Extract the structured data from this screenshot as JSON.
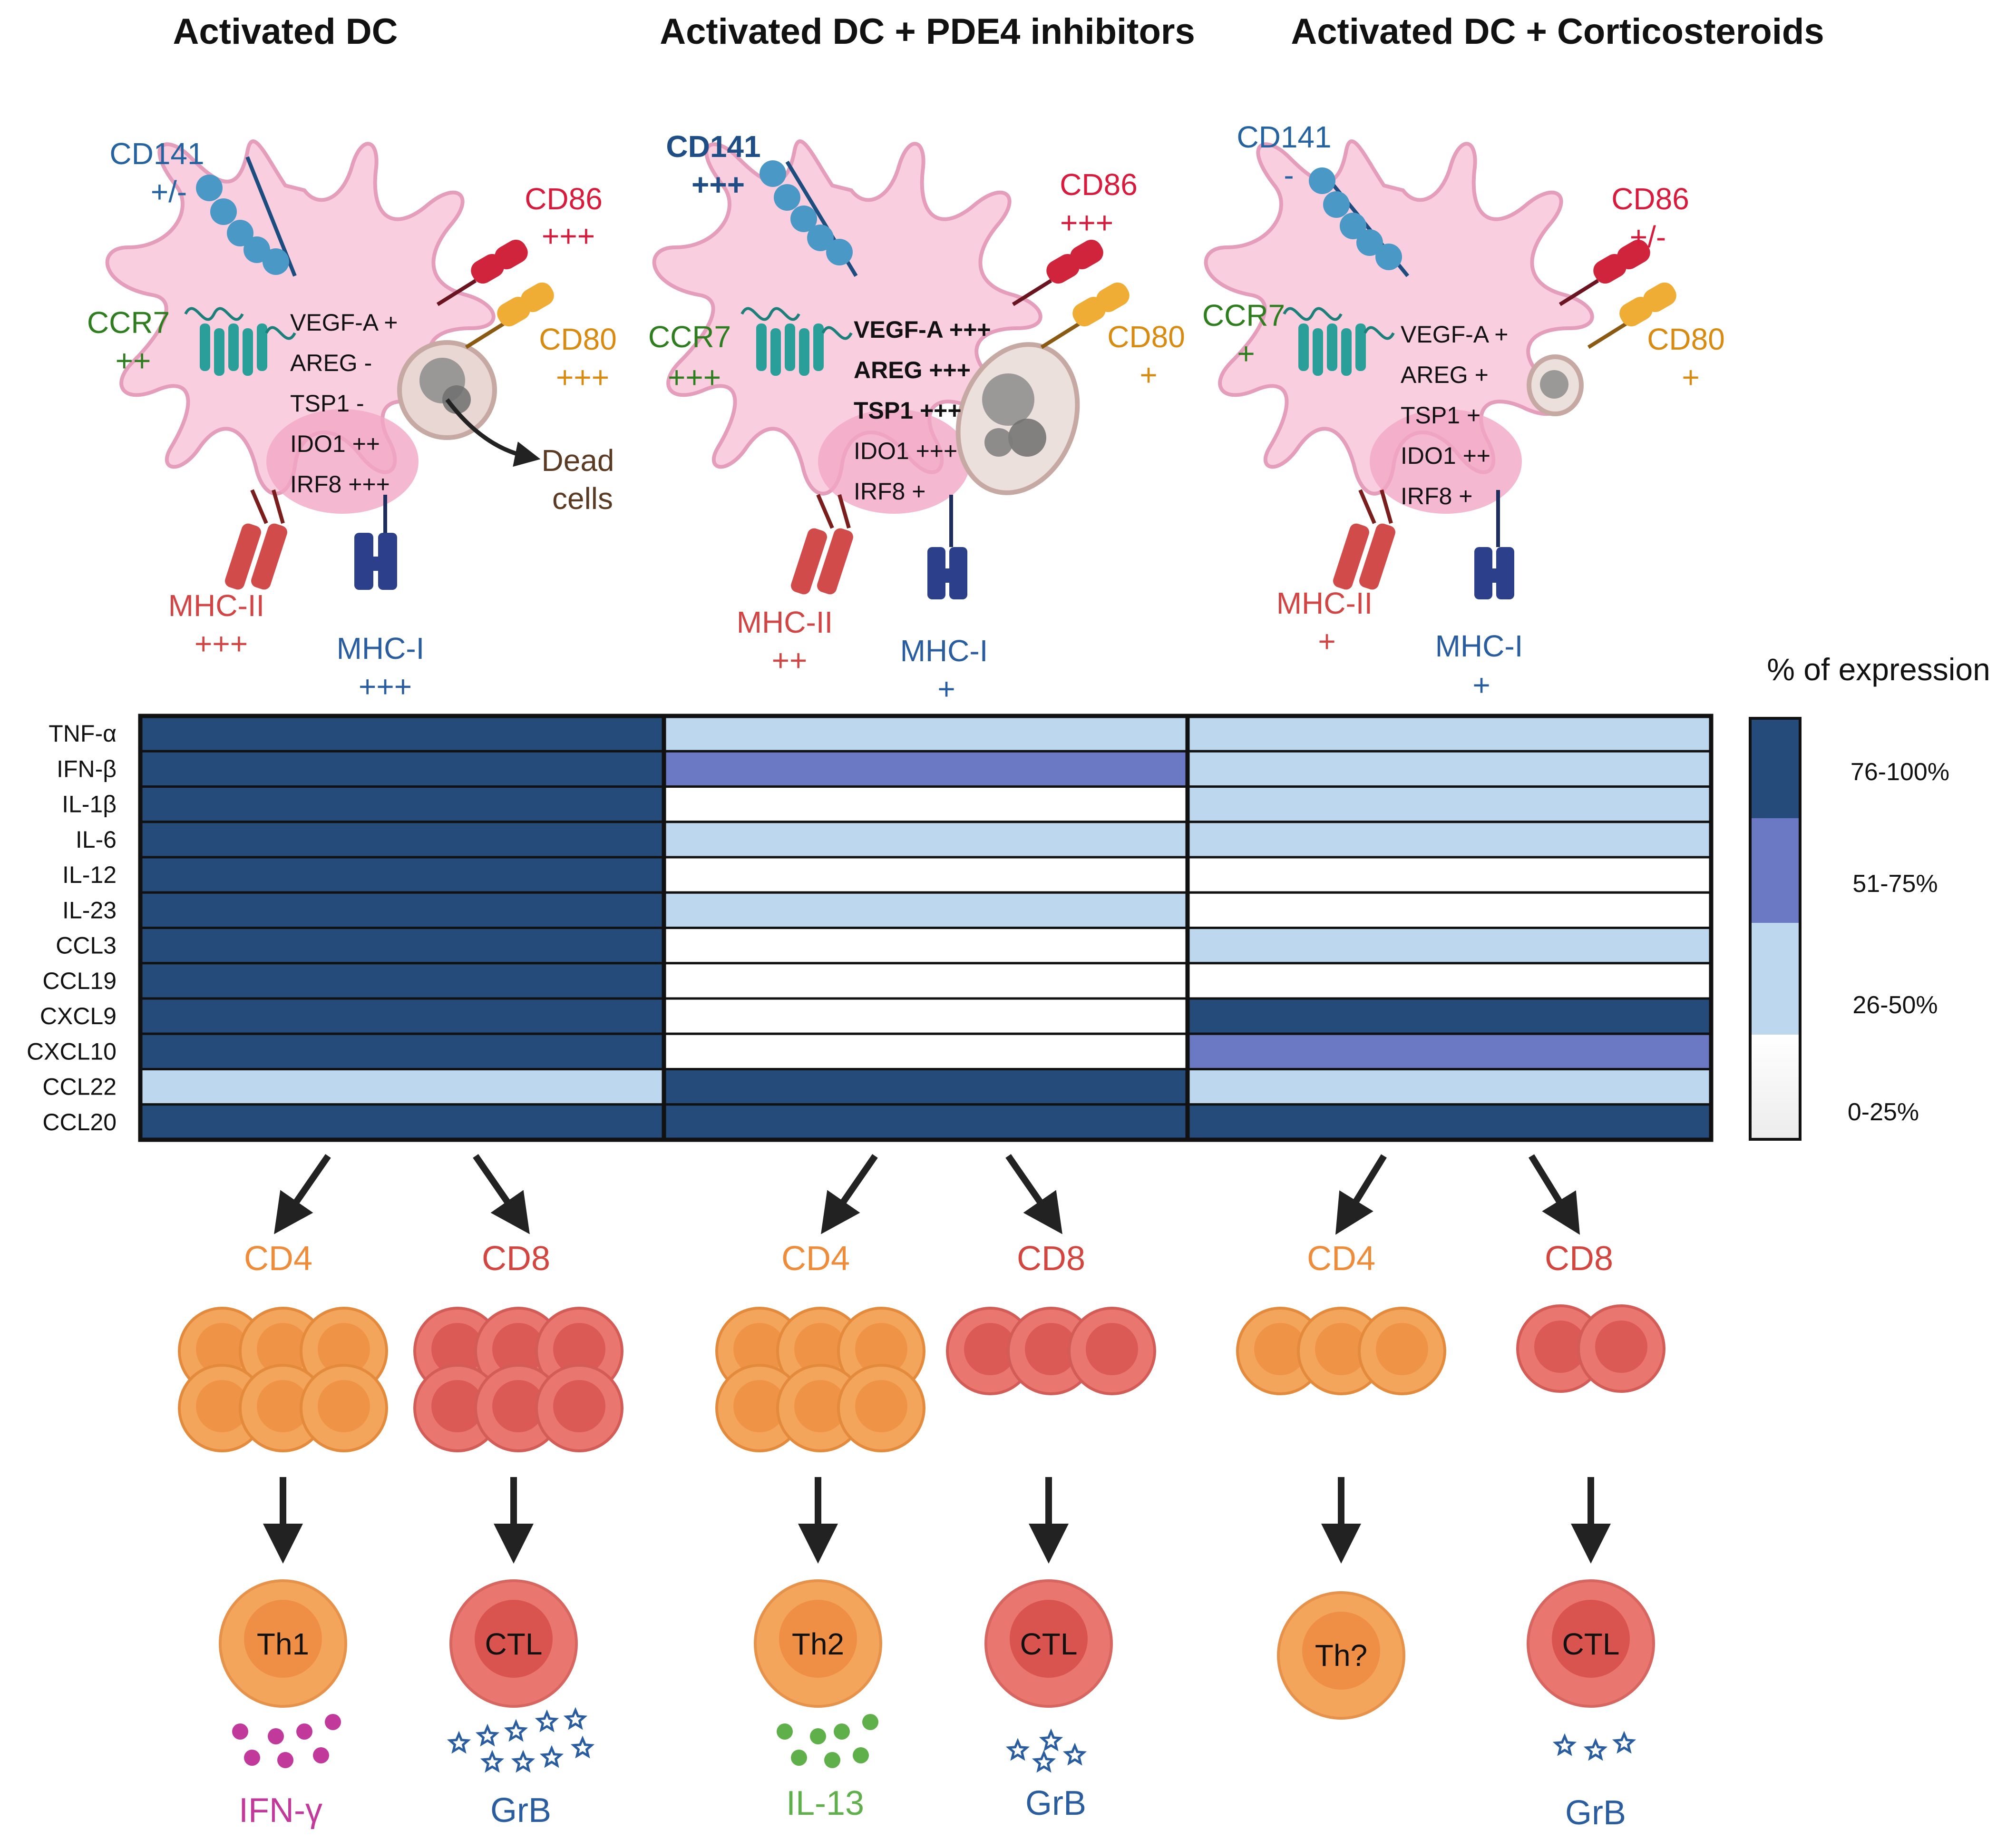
{
  "colors": {
    "dark": "#244b79",
    "mid": "#6b79c4",
    "light": "#bdd8ee",
    "none": "#ffffff",
    "cd141": "#2563a0",
    "cd86": "#d81b3c",
    "cd80": "#d98a10",
    "ccr7": "#2e7d1f",
    "mhc2": "#d24545",
    "mhc1": "#2a5d9f",
    "cd4": "#ee8c3a",
    "cd8": "#d2463f",
    "ifng": "#c13a9b",
    "il13": "#5fb04a",
    "grb": "#2a5d9f"
  },
  "panels": [
    {
      "title": "Activated DC",
      "markers": {
        "cd141": {
          "name": "CD141",
          "level": "+/-"
        },
        "cd86": {
          "name": "CD86",
          "level": "+++"
        },
        "ccr7": {
          "name": "CCR7",
          "level": "++"
        },
        "cd80": {
          "name": "CD80",
          "level": "+++"
        },
        "mhc2": {
          "name": "MHC-II",
          "level": "+++"
        },
        "mhc1": {
          "name": "MHC-I",
          "level": "+++"
        }
      },
      "inner": [
        {
          "text": "VEGF-A +",
          "bold": false
        },
        {
          "text": "AREG -",
          "bold": false
        },
        {
          "text": "TSP1 -",
          "bold": false
        },
        {
          "text": "IDO1 ++",
          "bold": false
        },
        {
          "text": "IRF8 +++",
          "bold": false
        }
      ],
      "dead_cells": [
        "Dead",
        "cells"
      ],
      "cd4": {
        "label": "CD4",
        "effector": "Th1",
        "secreted": "IFN-γ"
      },
      "cd8": {
        "label": "CD8",
        "effector": "CTL",
        "secreted": "GrB"
      }
    },
    {
      "title": "Activated DC + PDE4 inhibitors",
      "markers": {
        "cd141": {
          "name": "CD141",
          "level": "+++"
        },
        "cd86": {
          "name": "CD86",
          "level": "+++"
        },
        "ccr7": {
          "name": "CCR7",
          "level": "+++"
        },
        "cd80": {
          "name": "CD80",
          "level": "+"
        },
        "mhc2": {
          "name": "MHC-II",
          "level": "++"
        },
        "mhc1": {
          "name": "MHC-I",
          "level": "+"
        }
      },
      "inner": [
        {
          "text": "VEGF-A +++",
          "bold": true
        },
        {
          "text": "AREG +++",
          "bold": true
        },
        {
          "text": "TSP1 +++",
          "bold": true
        },
        {
          "text": "IDO1 +++",
          "bold": false
        },
        {
          "text": "IRF8 +",
          "bold": false
        }
      ],
      "cd4": {
        "label": "CD4",
        "effector": "Th2",
        "secreted": "IL-13"
      },
      "cd8": {
        "label": "CD8",
        "effector": "CTL",
        "secreted": "GrB"
      }
    },
    {
      "title": "Activated DC + Corticosteroids",
      "markers": {
        "cd141": {
          "name": "CD141",
          "level": "-"
        },
        "cd86": {
          "name": "CD86",
          "level": "+/-"
        },
        "ccr7": {
          "name": "CCR7",
          "level": "+"
        },
        "cd80": {
          "name": "CD80",
          "level": "+"
        },
        "mhc2": {
          "name": "MHC-II",
          "level": "+"
        },
        "mhc1": {
          "name": "MHC-I",
          "level": "+"
        }
      },
      "inner": [
        {
          "text": "VEGF-A +",
          "bold": false
        },
        {
          "text": "AREG +",
          "bold": false
        },
        {
          "text": "TSP1 +",
          "bold": false
        },
        {
          "text": "IDO1 ++",
          "bold": false
        },
        {
          "text": "IRF8 +",
          "bold": false
        }
      ],
      "cd4": {
        "label": "CD4",
        "effector": "Th?",
        "secreted": ""
      },
      "cd8": {
        "label": "CD8",
        "effector": "CTL",
        "secreted": "GrB"
      }
    }
  ],
  "heatmap": {
    "rows": [
      "TNF-α",
      "IFN-β",
      "IL-1β",
      "IL-6",
      "IL-12",
      "IL-23",
      "CCL3",
      "CCL19",
      "CXCL9",
      "CXCL10",
      "CCL22",
      "CCL20"
    ],
    "columns": [
      "Activated DC",
      "Activated DC + PDE4 inhibitors",
      "Activated DC + Corticosteroids"
    ],
    "levels": [
      [
        "76-100%",
        "26-50%",
        "26-50%"
      ],
      [
        "76-100%",
        "51-75%",
        "26-50%"
      ],
      [
        "76-100%",
        "0-25%",
        "26-50%"
      ],
      [
        "76-100%",
        "26-50%",
        "26-50%"
      ],
      [
        "76-100%",
        "0-25%",
        "0-25%"
      ],
      [
        "76-100%",
        "26-50%",
        "0-25%"
      ],
      [
        "76-100%",
        "0-25%",
        "26-50%"
      ],
      [
        "76-100%",
        "0-25%",
        "0-25%"
      ],
      [
        "76-100%",
        "0-25%",
        "76-100%"
      ],
      [
        "76-100%",
        "0-25%",
        "51-75%"
      ],
      [
        "26-50%",
        "76-100%",
        "26-50%"
      ],
      [
        "76-100%",
        "76-100%",
        "76-100%"
      ]
    ]
  },
  "legend": {
    "title": "% of expression",
    "items": [
      "76-100%",
      "51-75%",
      "26-50%",
      "0-25%"
    ]
  }
}
